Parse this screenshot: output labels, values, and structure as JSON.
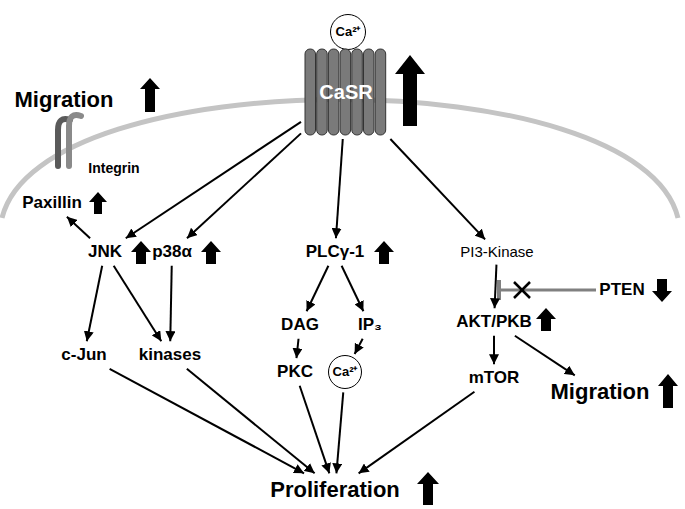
{
  "diagram": {
    "nodes": [
      {
        "text": [
          "Ca²⁺"
        ]
      },
      {
        "text": [
          "CaSR"
        ]
      },
      {
        "text": [
          "Migration"
        ]
      },
      {
        "text": [
          "Integrin"
        ]
      },
      {
        "text": [
          "Paxillin"
        ]
      },
      {
        "text": [
          "JNK"
        ]
      },
      {
        "text": [
          "p38α"
        ]
      },
      {
        "text": [
          "PLCγ-1"
        ]
      },
      {
        "text": [
          "PI3-Kinase"
        ]
      },
      {
        "text": [
          "PTEN"
        ]
      },
      {
        "text": [
          "DAG"
        ]
      },
      {
        "text": [
          "IP₃"
        ]
      },
      {
        "text": [
          "AKT/PKB"
        ]
      },
      {
        "text": [
          "Migration"
        ]
      },
      {
        "text": [
          "c-Jun"
        ]
      },
      {
        "text": [
          "kinases"
        ]
      },
      {
        "text": [
          "PKC"
        ]
      },
      {
        "text": [
          "Ca²⁺"
        ]
      },
      {
        "text": [
          "mTOR"
        ]
      },
      {
        "text": [
          "Proliferation"
        ]
      }
    ],
    "edges": [
      {
        "from": 1,
        "to": 5,
        "arrow": "to"
      },
      {
        "from": 1,
        "to": 6,
        "arrow": "to"
      },
      {
        "from": 1,
        "to": 7,
        "arrow": "to"
      },
      {
        "from": 1,
        "to": 8,
        "arrow": "to"
      },
      {
        "from": 5,
        "to": 4,
        "arrow": "to"
      },
      {
        "from": 5,
        "to": 14,
        "arrow": "to"
      },
      {
        "from": 5,
        "to": 15,
        "arrow": "to"
      },
      {
        "from": 6,
        "to": 15,
        "arrow": "to"
      },
      {
        "from": 7,
        "to": 10,
        "arrow": "to"
      },
      {
        "from": 7,
        "to": 11,
        "arrow": "to"
      },
      {
        "from": 10,
        "to": 16,
        "arrow": "to"
      },
      {
        "from": 11,
        "to": 17,
        "arrow": "to"
      },
      {
        "from": 8,
        "to": 12,
        "arrow": "to"
      },
      {
        "from": 12,
        "to": 13,
        "arrow": "to"
      },
      {
        "from": 12,
        "to": 18,
        "arrow": "to"
      },
      {
        "from": 14,
        "to": 19,
        "arrow": "to"
      },
      {
        "from": 15,
        "to": 19,
        "arrow": "to"
      },
      {
        "from": 16,
        "to": 19,
        "arrow": "to"
      },
      {
        "from": 17,
        "to": 19,
        "arrow": "to"
      },
      {
        "from": 18,
        "to": 19,
        "arrow": "to"
      }
    ]
  }
}
